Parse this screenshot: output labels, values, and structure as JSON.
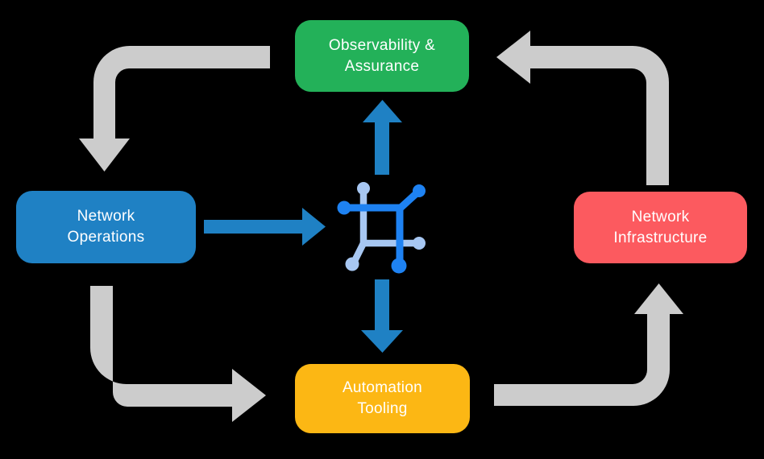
{
  "background_color": "#000000",
  "text_color": "#ffffff",
  "nodes": {
    "observability": {
      "lines": [
        "Observability &",
        "Assurance"
      ],
      "color": "#23b159"
    },
    "operations": {
      "lines": [
        "Network",
        "Operations"
      ],
      "color": "#1f81c4"
    },
    "infrastructure": {
      "lines": [
        "Network",
        "Infrastructure"
      ],
      "color": "#fc5a5f"
    },
    "automation": {
      "lines": [
        "Automation",
        "Tooling"
      ],
      "color": "#fcb714"
    }
  },
  "center_icon": {
    "name": "network-automation-icon",
    "dark_color": "#1e82f2",
    "light_color": "#a7c7f2"
  },
  "arrows": {
    "gray_color": "#cccccc",
    "blue_color": "#1f81c4",
    "flow": [
      "observability-assurance -> network-operations",
      "network-operations -> automation-tooling",
      "automation-tooling -> network-infrastructure",
      "network-infrastructure -> observability-assurance",
      "network-operations -> center-icon",
      "center-icon -> observability-assurance",
      "center-icon -> automation-tooling"
    ]
  }
}
